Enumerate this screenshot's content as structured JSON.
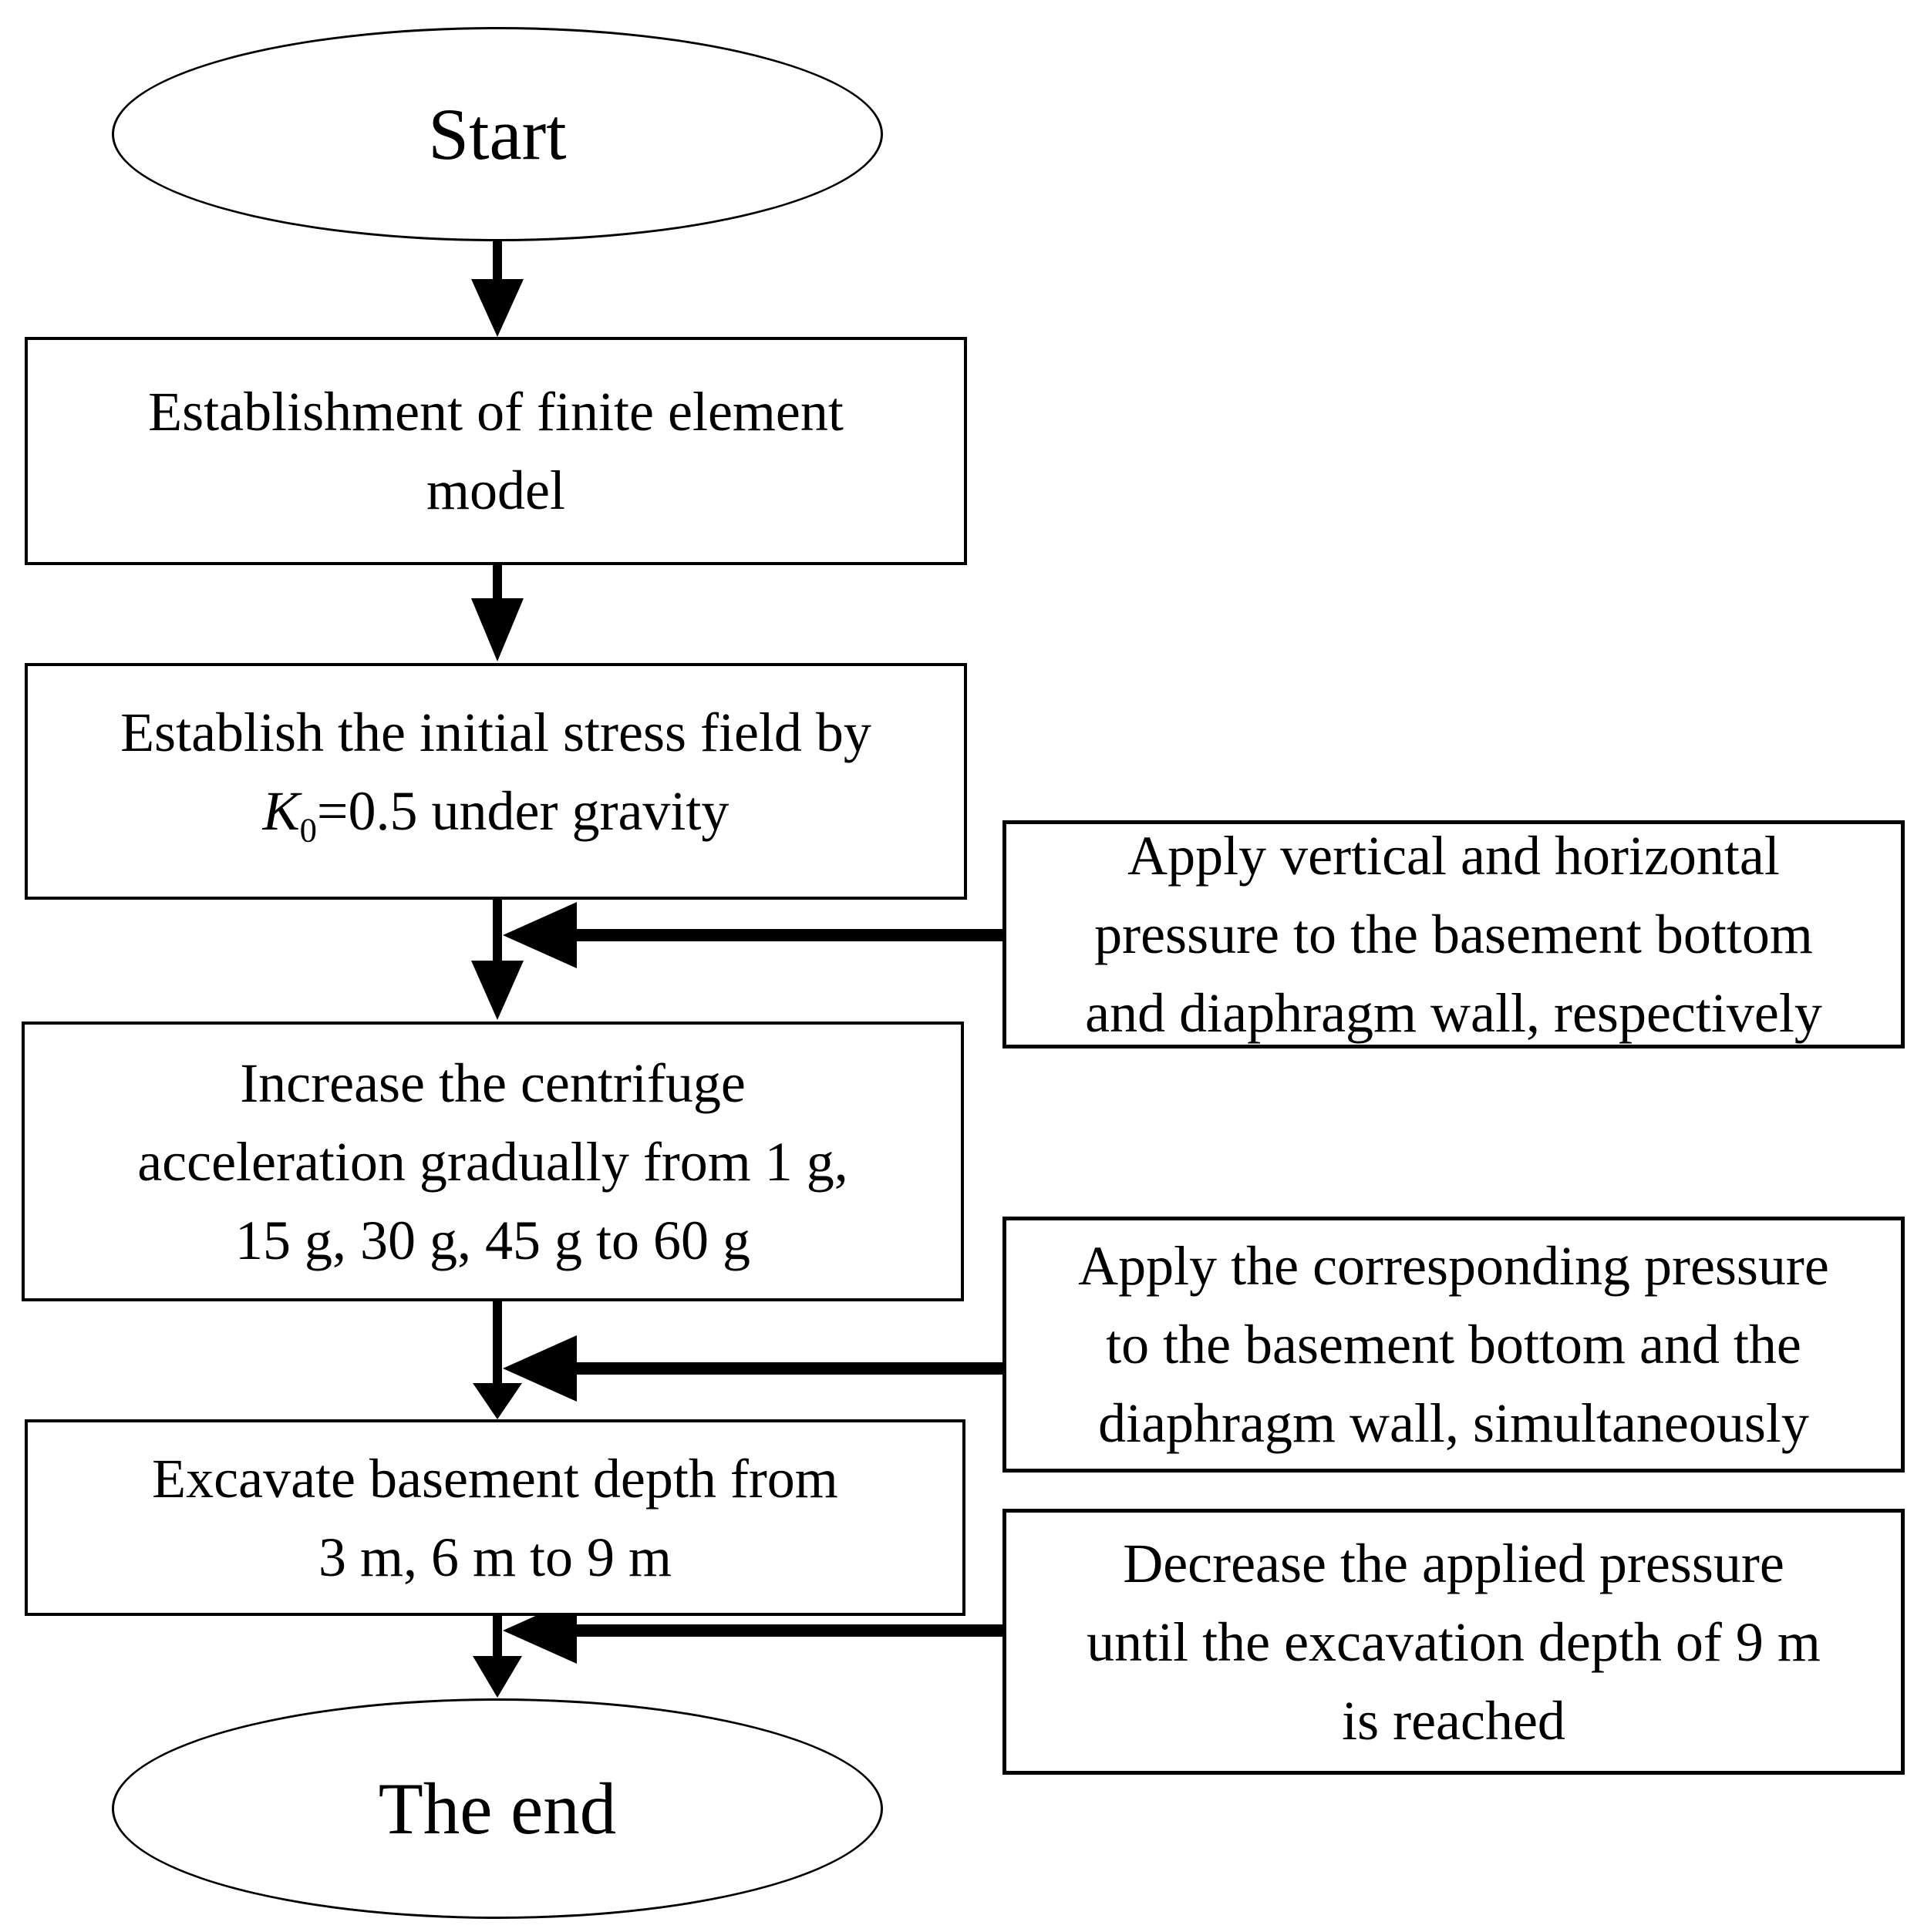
{
  "palette": {
    "ink": "#000000",
    "background": "#ffffff"
  },
  "flow": {
    "start_label": "Start",
    "end_label": "The end",
    "steps": [
      {
        "name": "establish-model",
        "lines": [
          "Establishment of finite element",
          "model"
        ]
      },
      {
        "name": "initial-stress",
        "lines": [
          "Establish the initial stress field by"
        ],
        "k_italic": "K",
        "k_sub": "0",
        "k_rest": "=0.5 under gravity"
      },
      {
        "name": "centrifuge-acceleration",
        "lines": [
          "Increase the centrifuge",
          "acceleration gradually from 1 g,",
          "15 g, 30 g, 45 g to 60 g"
        ]
      },
      {
        "name": "excavate-basement",
        "lines": [
          "Excavate basement depth from",
          "3 m, 6 m to 9 m"
        ]
      }
    ],
    "side_notes": [
      {
        "name": "apply-initial-pressure",
        "lines": [
          "Apply vertical and horizontal",
          "pressure to the basement bottom",
          "and diaphragm wall, respectively"
        ]
      },
      {
        "name": "apply-corresponding-pressure",
        "lines": [
          "Apply the corresponding pressure",
          "to the basement bottom and the",
          "diaphragm wall, simultaneously"
        ]
      },
      {
        "name": "decrease-pressure",
        "lines": [
          "Decrease the applied pressure",
          "until the excavation depth of 9 m",
          "is reached"
        ]
      }
    ],
    "edges": [
      {
        "from": "start",
        "to": "establish-model"
      },
      {
        "from": "establish-model",
        "to": "initial-stress"
      },
      {
        "from": "initial-stress",
        "to": "centrifuge-acceleration"
      },
      {
        "from": "centrifuge-acceleration",
        "to": "excavate-basement"
      },
      {
        "from": "excavate-basement",
        "to": "end"
      },
      {
        "from": "apply-initial-pressure",
        "to": "arrow initial-stress to centrifuge-acceleration"
      },
      {
        "from": "apply-corresponding-pressure",
        "to": "arrow centrifuge-acceleration to excavate-basement"
      },
      {
        "from": "decrease-pressure",
        "to": "arrow excavate-basement to end"
      }
    ]
  }
}
